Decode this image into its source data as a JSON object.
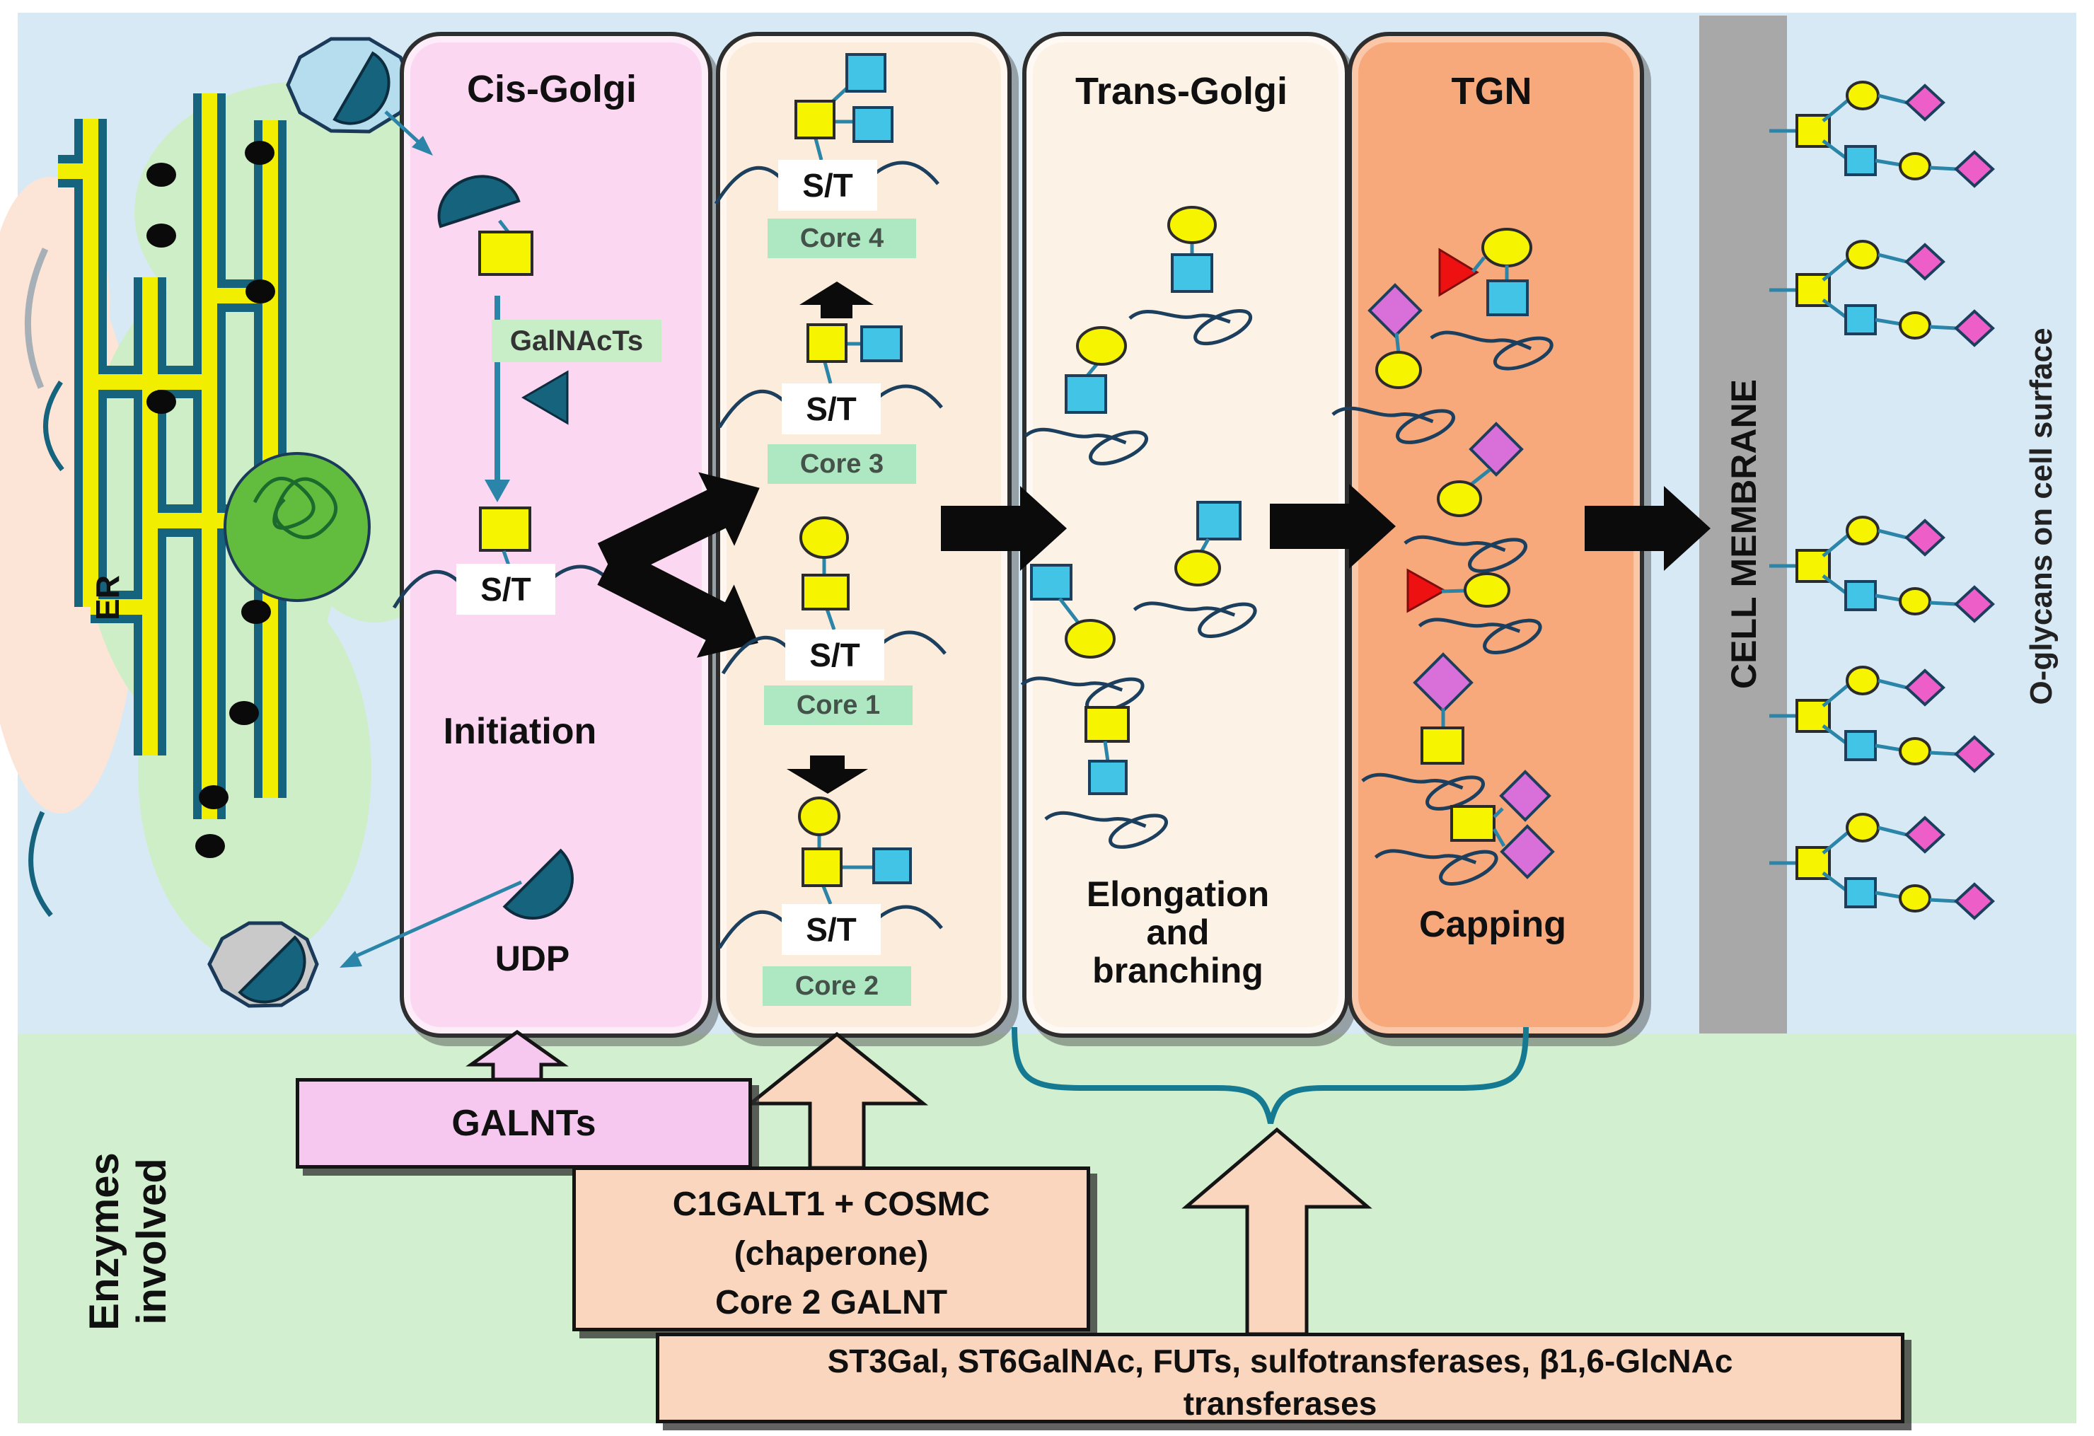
{
  "regions": {
    "er": {
      "label": "ER"
    },
    "cell_membrane": {
      "label": "CELL MEMBRANE"
    },
    "cell_surface": {
      "label": "O-glycans on cell surface"
    }
  },
  "panels": {
    "cis_golgi": {
      "title": "Cis-Golgi",
      "enzyme_tag": "GalNAcTs",
      "stage": "Initiation",
      "nucleotide": "UDP"
    },
    "core_synthesis": {
      "site_label": "S/T",
      "cores": {
        "core4": "Core 4",
        "core3": "Core 3",
        "core1": "Core 1",
        "core2": "Core 2"
      }
    },
    "trans_golgi": {
      "title": "Trans-Golgi",
      "stage_lines": [
        "Elongation",
        "and",
        "branching"
      ]
    },
    "tgn": {
      "title": "TGN",
      "stage": "Capping"
    }
  },
  "enzymes_section": {
    "heading_lines": [
      "Enzymes",
      "involved"
    ],
    "galnts_box": "GALNTs",
    "core_box_lines": [
      "C1GALT1 + COSMC",
      "(chaperone)",
      "Core 2 GALNT"
    ],
    "capping_box_lines": [
      "ST3Gal, ST6GalNAc, FUTs, sulfotransferases, β1,6-GlcNAc",
      "transferases"
    ]
  },
  "colors": {
    "cell_background": "#d8e9f6",
    "enzyme_background": "#d2efd0",
    "cis_panel": "#fbd7f2",
    "core_panel": "#fcecdb",
    "trans_panel": "#fdf2e6",
    "tgn_panel": "#f8a97c",
    "membrane_gray": "#a8a8a8",
    "galnac_yellow": "#f7f400",
    "glcnac_blue": "#41c4e6",
    "sialic_acid_magenta": "#ee5ec8",
    "fucose_red": "#ee1111",
    "protein_teal": "#16637e",
    "core_label_green": "#aee8c2",
    "galnts_box_pink": "#f6c8ef",
    "enzyme_box_peach": "#f9d6bd"
  }
}
